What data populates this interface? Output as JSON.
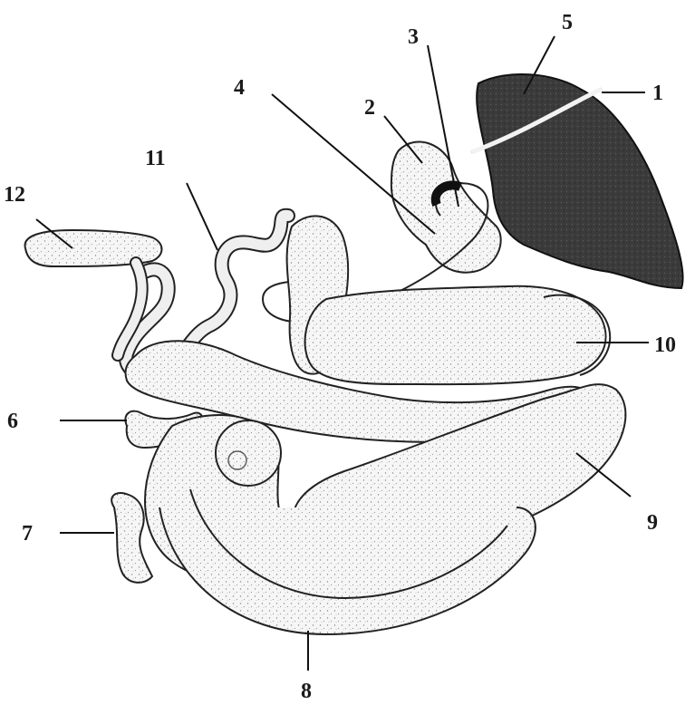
{
  "labels": {
    "l1": "1",
    "l2": "2",
    "l3": "3",
    "l4": "4",
    "l5": "5",
    "l6": "6",
    "l7": "7",
    "l8": "8",
    "l9": "9",
    "l10": "10",
    "l11": "11",
    "l12": "12"
  },
  "colors": {
    "liver": "#3a3a3a",
    "stipple_bg": "#f4f4f4",
    "ink": "#1a1a1a"
  }
}
